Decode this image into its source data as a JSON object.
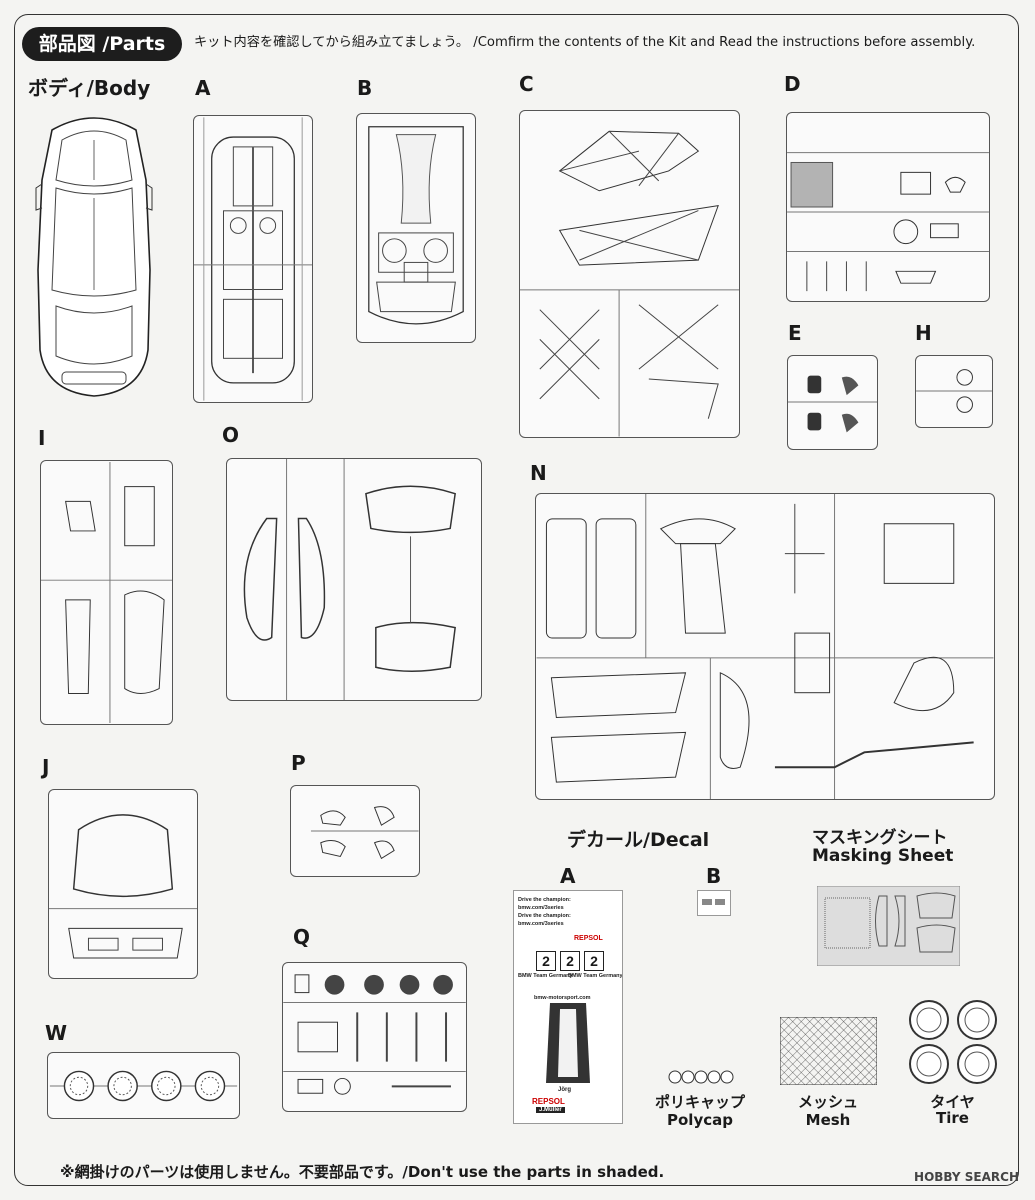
{
  "header": {
    "badge": "部品図 /Parts",
    "note": "キット内容を確認してから組み立てましょう。 /Comfirm the contents of the Kit and Read the instructions before assembly."
  },
  "parts": {
    "body": "ボディ/Body",
    "A": "A",
    "B": "B",
    "C": "C",
    "D": "D",
    "E": "E",
    "H": "H",
    "I": "I",
    "O": "O",
    "N": "N",
    "J": "J",
    "P": "P",
    "Q": "Q",
    "W": "W"
  },
  "decal": {
    "title": "デカール/Decal",
    "A": "A",
    "B": "B",
    "lines": [
      "Drive the champion:",
      "bmw.com/3series",
      "Drive the champion:",
      "bmw.com/3series"
    ],
    "numbers": [
      "2",
      "2",
      "2"
    ],
    "brand": "REPSOL",
    "team1": "BMW Team Germany",
    "team2": "BMW Team Germany",
    "site": "bmw-motorsport.com",
    "driver1": "Jörg",
    "driver2": "J.Müller"
  },
  "masking": {
    "title_jp": "マスキングシート",
    "title_en": "Masking Sheet"
  },
  "polycap": {
    "jp": "ポリキャップ",
    "en": "Polycap"
  },
  "mesh": {
    "jp": "メッシュ",
    "en": "Mesh"
  },
  "tire": {
    "jp": "タイヤ",
    "en": "Tire"
  },
  "footer": {
    "note": "※網掛けのパーツは使用しません。不要部品です。/Don't use the parts in shaded.",
    "watermark": "HOBBY SEARCH"
  }
}
